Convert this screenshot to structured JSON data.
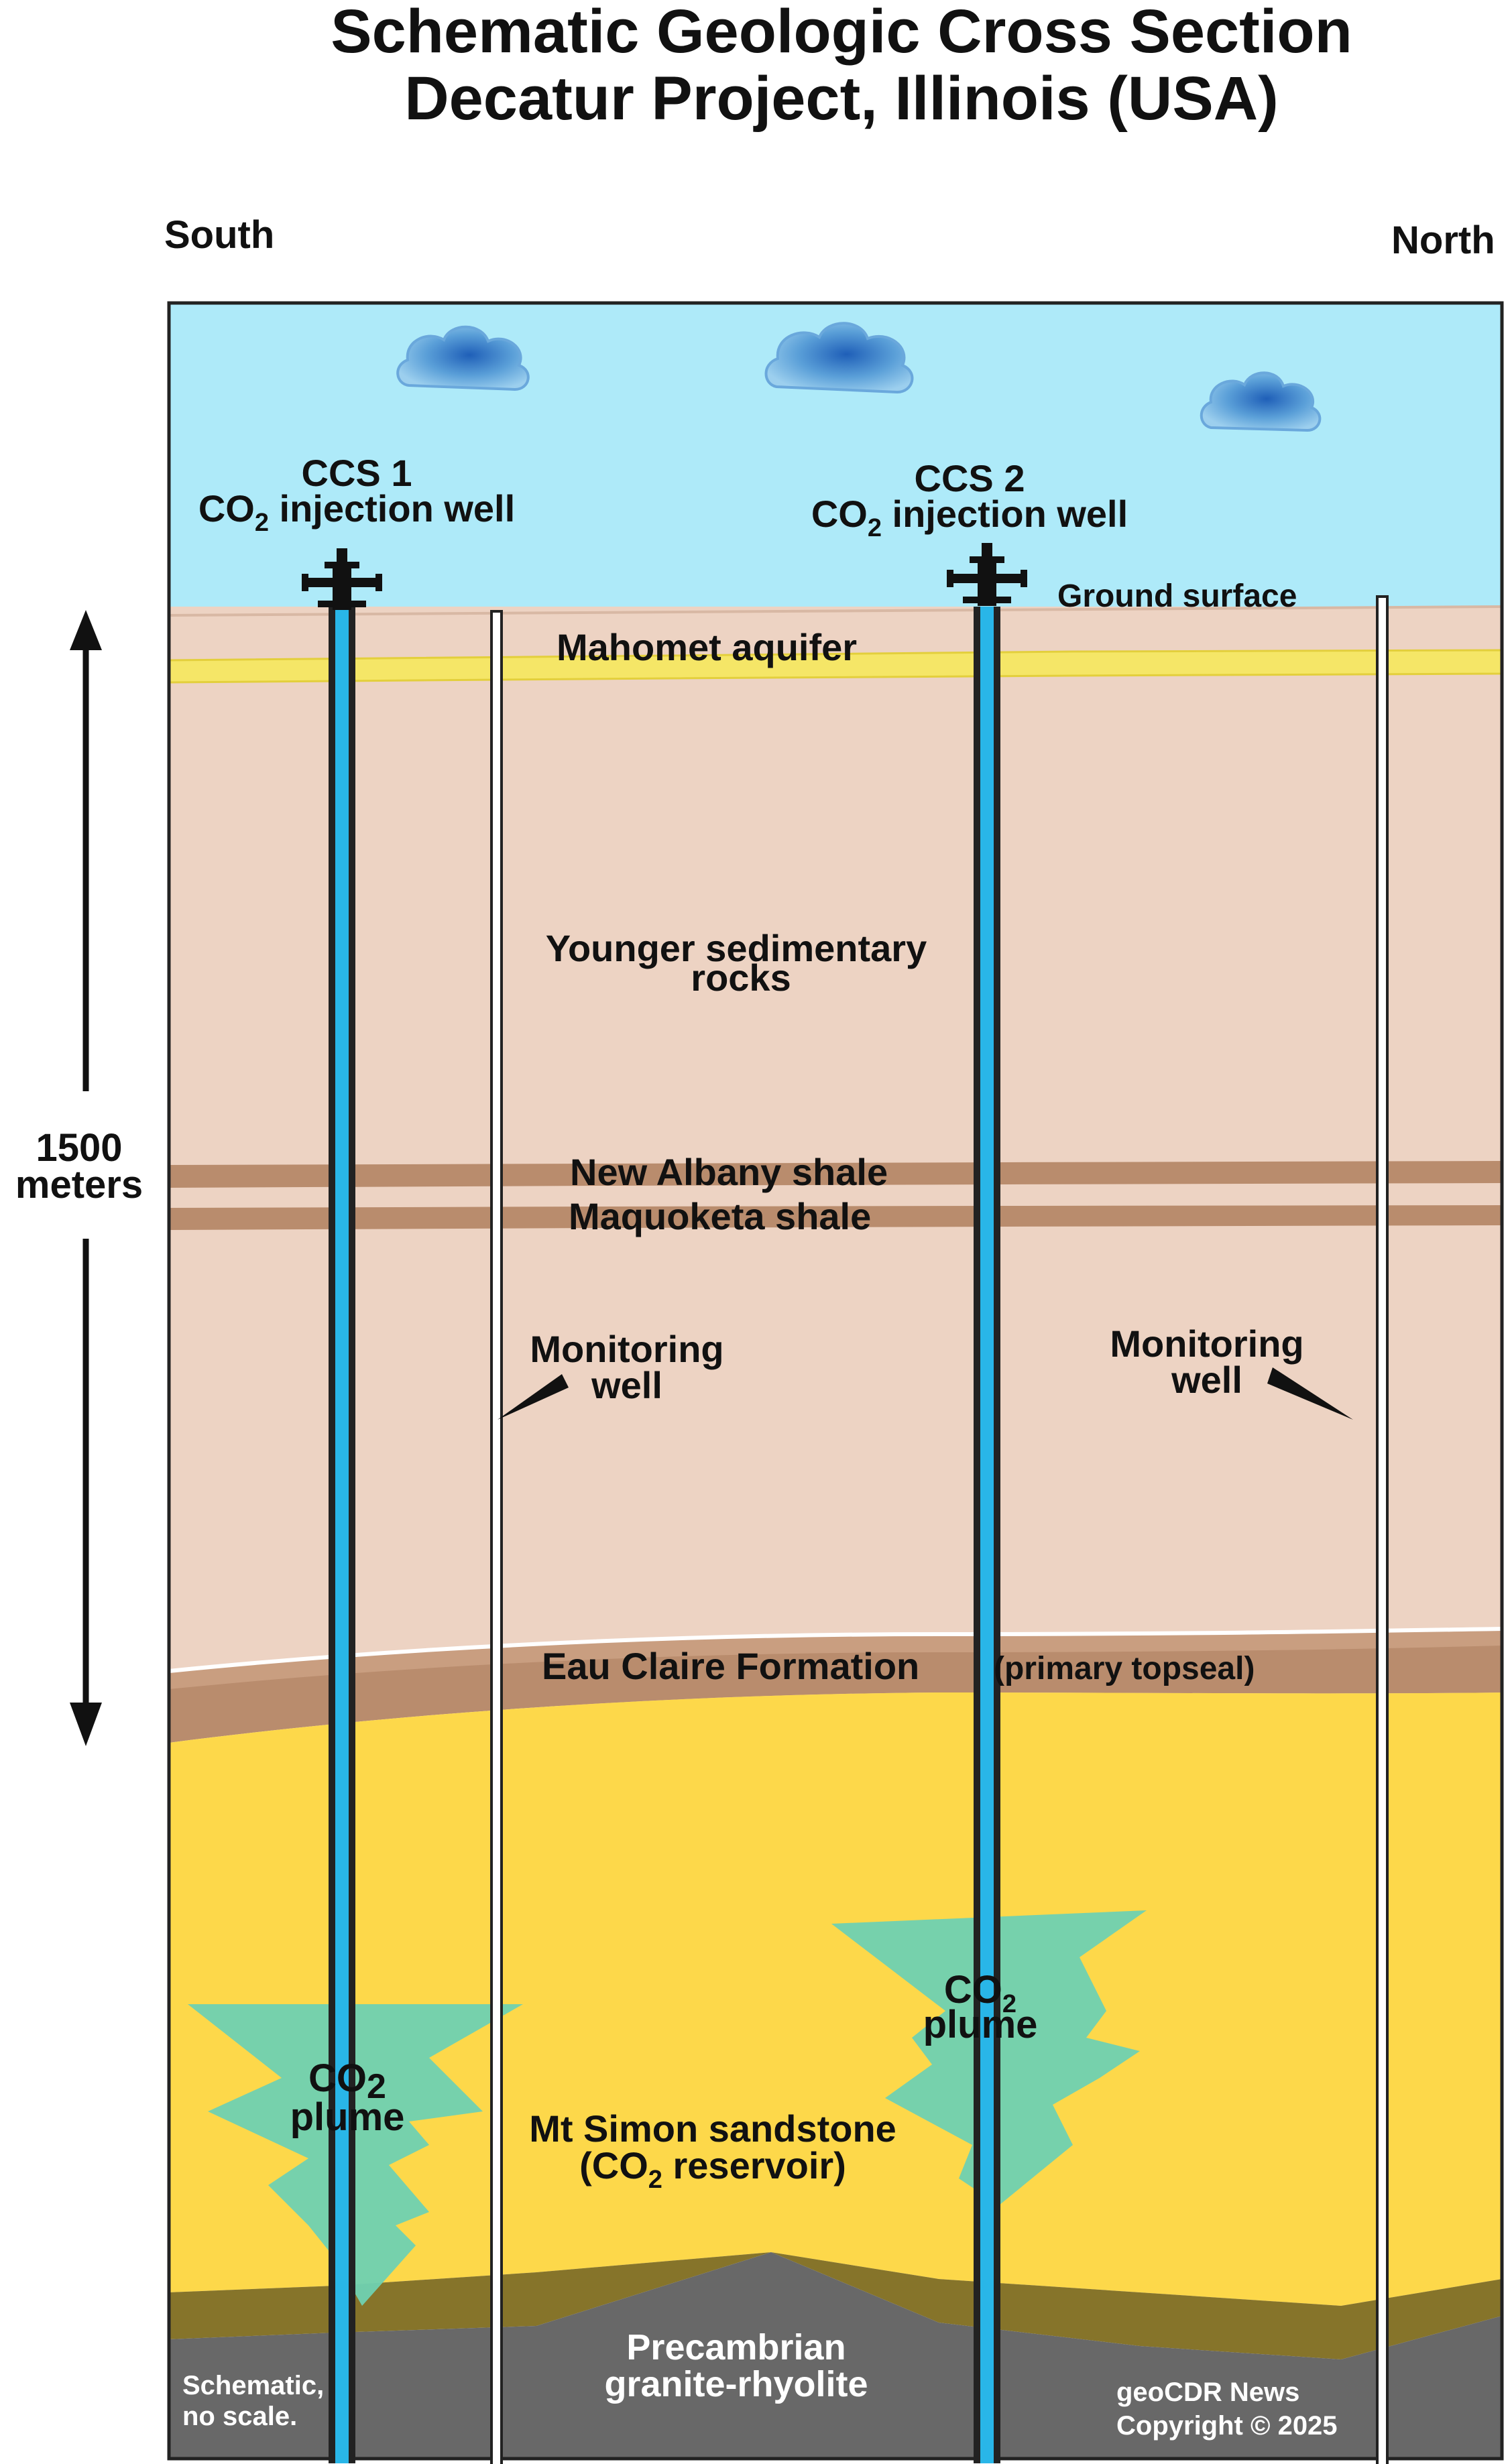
{
  "title": {
    "line1": "Schematic Geologic Cross Section",
    "line2": "Decatur Project, Illinois (USA)"
  },
  "directions": {
    "left": "South",
    "right": "North"
  },
  "scale": {
    "value": "1500",
    "unit": "meters"
  },
  "wells": {
    "ccs1": {
      "name": "CCS 1",
      "type_prefix": "CO",
      "type_sub": "2",
      "type_suffix": " injection well"
    },
    "ccs2": {
      "name": "CCS 2",
      "type_prefix": "CO",
      "type_sub": "2",
      "type_suffix": " injection well"
    },
    "monitoring_left": {
      "line1": "Monitoring",
      "line2": "well"
    },
    "monitoring_right": {
      "line1": "Monitoring",
      "line2": "well"
    }
  },
  "layers": {
    "ground_surface": "Ground surface",
    "mahomet": "Mahomet aquifer",
    "younger_line1": "Younger sedimentary",
    "younger_line2": "rocks",
    "new_albany": "New Albany shale",
    "maquoketa": "Maquoketa shale",
    "eau_claire": "Eau Claire Formation",
    "eau_claire_note": "(primary topseal)",
    "mt_simon_line1": "Mt Simon sandstone",
    "mt_simon_line2_prefix": "(CO",
    "mt_simon_line2_sub": "2",
    "mt_simon_line2_suffix": " reservoir)",
    "precambrian_line1": "Precambrian",
    "precambrian_line2": "granite-rhyolite"
  },
  "plumes": {
    "left": {
      "prefix": "CO",
      "sub": "2",
      "word": "plume"
    },
    "right": {
      "prefix": "CO",
      "sub": "2",
      "word": "plume"
    }
  },
  "notes": {
    "schematic_line1": "Schematic,",
    "schematic_line2": "no scale.",
    "credit_line1": "geoCDR News",
    "credit_line2": "Copyright © 2025"
  },
  "colors": {
    "sky": "#aeeaf9",
    "sediment": "#edd3c3",
    "mahomet": "#f5e667",
    "shale": "#b98c6d",
    "sandstone": "#fdd84a",
    "plume": "#6fd1b1",
    "basement": "#686868",
    "basement_top": "#86742a",
    "injection_well": "#29b6e8",
    "cloud": "#4d8ccb"
  }
}
